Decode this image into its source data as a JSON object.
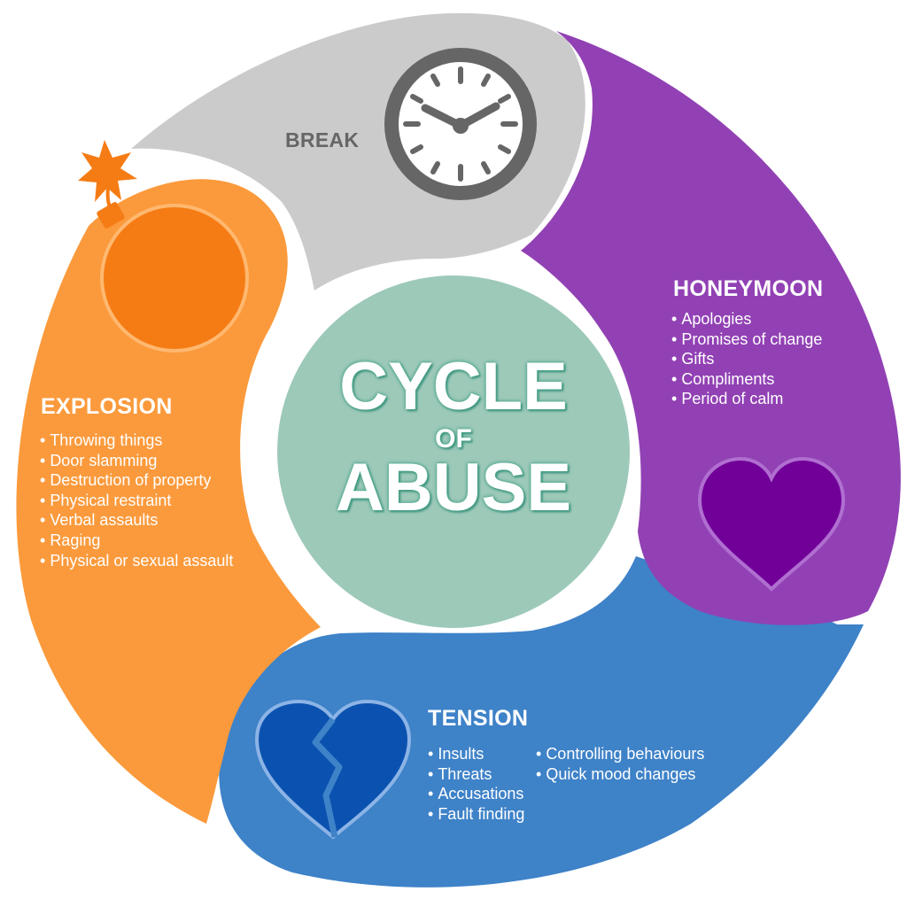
{
  "center": {
    "line1": "CYCLE",
    "line2": "OF",
    "line3": "ABUSE"
  },
  "segments": {
    "break": {
      "title": "BREAK",
      "icon": "clock-icon",
      "color": "#cbcbcb"
    },
    "honeymoon": {
      "title": "HONEYMOON",
      "icon": "heart-icon",
      "color": "#9141b4",
      "items": [
        "Apologies",
        "Promises of change",
        "Gifts",
        "Compliments",
        "Period of calm"
      ]
    },
    "tension": {
      "title": "TENSION",
      "icon": "broken-heart-icon",
      "color": "#3e82c8",
      "items_left": [
        "Insults",
        "Threats",
        "Accusations",
        "Fault finding"
      ],
      "items_right": [
        "Controlling behaviours",
        "Quick mood changes"
      ]
    },
    "explosion": {
      "title": "EXPLOSION",
      "icon": "bomb-icon",
      "color": "#fb9a3c",
      "items": [
        "Throwing things",
        "Door slamming",
        "Destruction of property",
        "Physical restraint",
        "Verbal assaults",
        "Raging",
        "Physical or sexual assault"
      ]
    }
  },
  "colors": {
    "center_fill": "#9dc9b9",
    "center_text_outline": "#4ca58d"
  }
}
